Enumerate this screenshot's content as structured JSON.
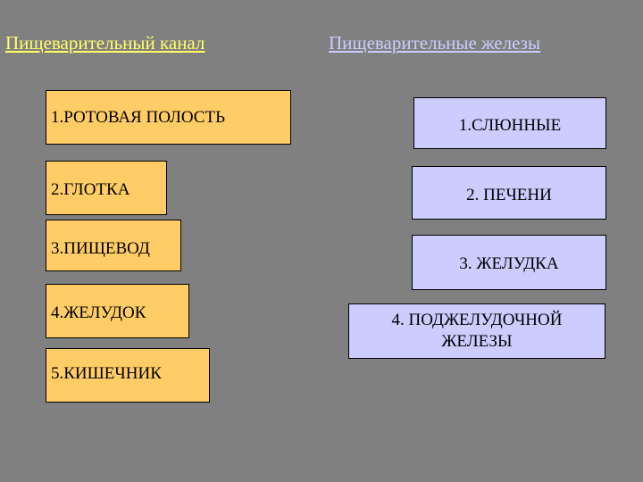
{
  "headings": {
    "left": "Пищеварительный канал",
    "right": "Пищеварительные железы"
  },
  "canal_items": [
    "1.РОТОВАЯ ПОЛОСТЬ",
    "2.ГЛОТКА",
    "3.ПИЩЕВОД",
    "4.ЖЕЛУДОК",
    "5.КИШЕЧНИК"
  ],
  "gland_items": [
    "1.СЛЮННЫЕ",
    "2. ПЕЧЕНИ",
    "3. ЖЕЛУДКА",
    "4. ПОДЖЕЛУДОЧНОЙ\nЖЕЛЕЗЫ"
  ],
  "colors": {
    "background": "#808080",
    "left_heading": "#ffff66",
    "right_heading": "#ccccff",
    "canal_box": "#ffcc66",
    "gland_box": "#ccccff"
  }
}
